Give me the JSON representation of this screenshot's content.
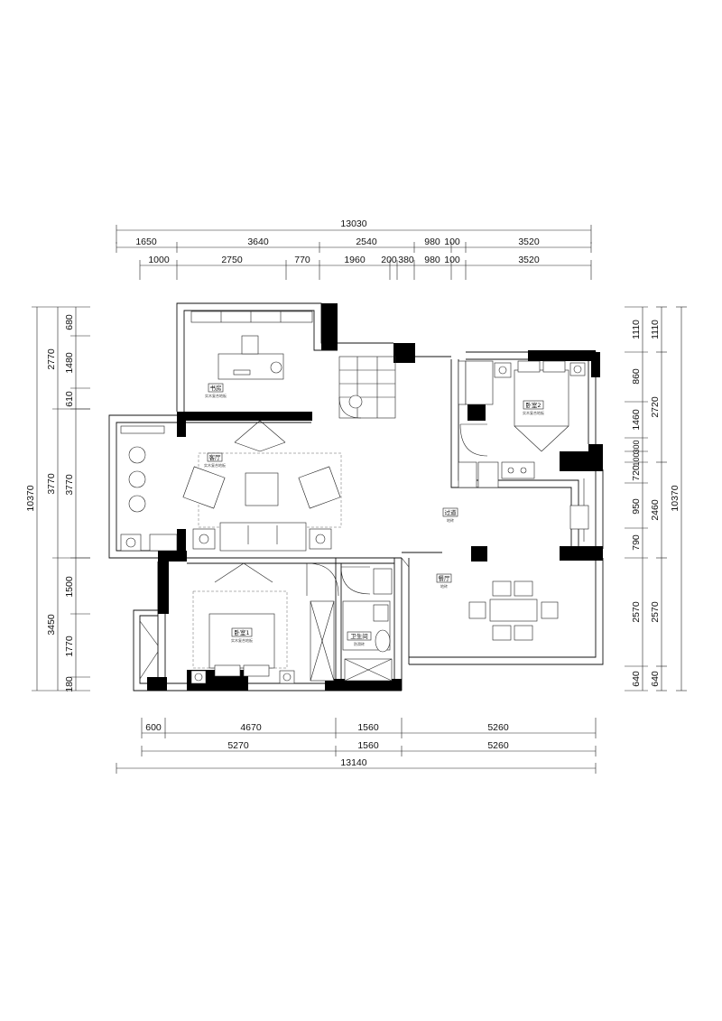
{
  "dimensions": {
    "top_total": "13030",
    "top_row1": [
      "1650",
      "3640",
      "2540",
      "980",
      "100",
      "3520"
    ],
    "top_row2": [
      "1000",
      "2750",
      "770",
      "1960",
      "200",
      "380",
      "980",
      "100",
      "3520"
    ],
    "bottom_row1": [
      "600",
      "4670",
      "1560",
      "5260"
    ],
    "bottom_row2": [
      "5270",
      "1560",
      "5260"
    ],
    "bottom_total": "13140",
    "left_total": "10370",
    "left_outer": [
      "2770",
      "3770",
      "3450"
    ],
    "left_inner": [
      "680",
      "1480",
      "610",
      "3770",
      "1500",
      "1770",
      "180"
    ],
    "right_inner": [
      "1110",
      "860",
      "1460",
      "300",
      "100",
      "720",
      "950",
      "790",
      "2570",
      "640"
    ],
    "right_outer": [
      "1110",
      "2720",
      "2460",
      "2570",
      "640"
    ],
    "right_total": "10370"
  },
  "rooms": {
    "study": {
      "name": "书房",
      "sub": "实木复合地板"
    },
    "living": {
      "name": "客厅",
      "sub": "实木复合地板"
    },
    "bedroom1": {
      "name": "卧室1",
      "sub": "实木复合地板"
    },
    "bedroom2": {
      "name": "卧室2",
      "sub": "实木复合地板"
    },
    "bathroom": {
      "name": "卫生间",
      "sub": "防滑砖"
    },
    "corridor": {
      "name": "过道",
      "sub": "地砖"
    },
    "dining": {
      "name": "餐厅",
      "sub": "地砖"
    }
  }
}
